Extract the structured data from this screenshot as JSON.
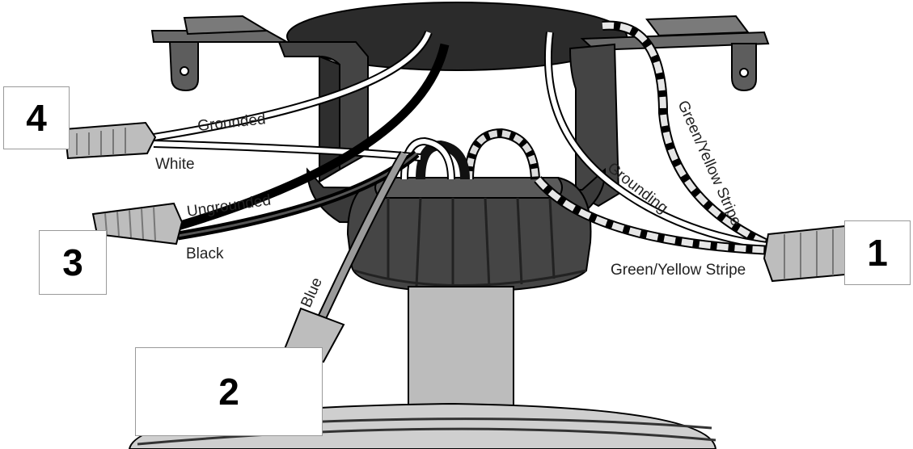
{
  "labels": {
    "grounded": "Grounded",
    "white": "White",
    "ungrounded": "Ungrounded",
    "black": "Black",
    "blue": "Blue",
    "grounding": "Grounding",
    "green_yellow_stripe_vertical": "Green/Yellow Stripe",
    "green_yellow_stripe": "Green/Yellow Stripe"
  },
  "callouts": {
    "one": "1",
    "two": "2",
    "three": "3",
    "four": "4"
  },
  "colors": {
    "housing": "#3d3d3d",
    "bracket": "#4a4a4a",
    "canopy": "#2a2a2a",
    "downrod": "#bdbdbd",
    "black_wire": "#111111",
    "white_wire": "#ffffff",
    "blue_wire": "#8c8c8c",
    "stripe_wire": "#d9d9d9",
    "connector": "#bfbfbf"
  }
}
